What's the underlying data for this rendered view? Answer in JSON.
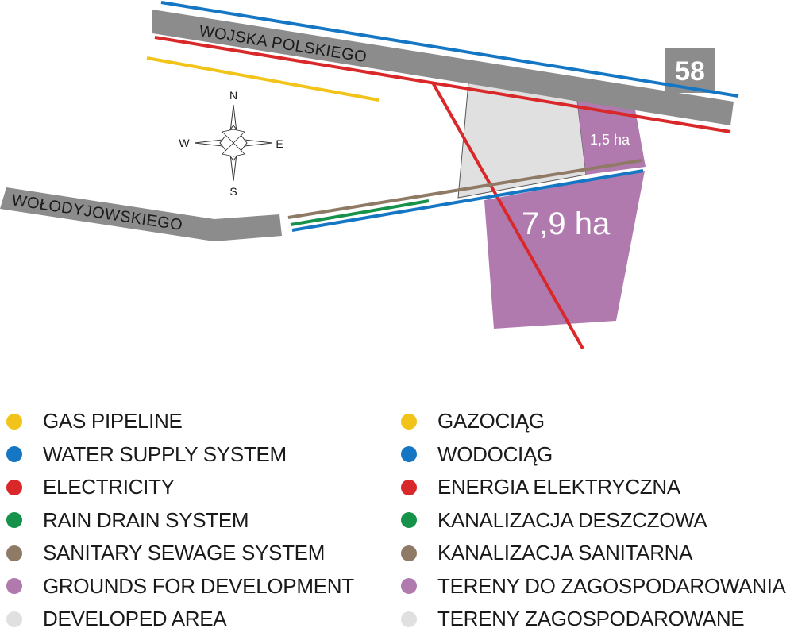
{
  "map": {
    "roads": {
      "main": "WOJSKA POLSKIEGO",
      "side": "WOŁODYJOWSKIEGO"
    },
    "route_badge": "58",
    "compass": {
      "north": "N",
      "south": "S",
      "east": "E",
      "west": "W"
    },
    "areas": {
      "large": "7,9 ha",
      "small": "1,5 ha"
    }
  },
  "colors": {
    "gas": "#f2c318",
    "water": "#1577c4",
    "electricity": "#d9282a",
    "rain_drain": "#17924a",
    "sewage": "#8f7a66",
    "development": "#b07aae",
    "developed": "#e0e0e0",
    "road": "#8c8c8c"
  },
  "legend": {
    "english": [
      {
        "label": "GAS PIPELINE",
        "color": "#f2c318"
      },
      {
        "label": "WATER SUPPLY SYSTEM",
        "color": "#1577c4"
      },
      {
        "label": "ELECTRICITY",
        "color": "#d9282a"
      },
      {
        "label": "RAIN DRAIN SYSTEM",
        "color": "#17924a"
      },
      {
        "label": "SANITARY SEWAGE SYSTEM",
        "color": "#8f7a66"
      },
      {
        "label": "GROUNDS FOR DEVELOPMENT",
        "color": "#b07aae"
      },
      {
        "label": "DEVELOPED AREA",
        "color": "#e0e0e0"
      }
    ],
    "polish": [
      {
        "label": "GAZOCIĄG",
        "color": "#f2c318"
      },
      {
        "label": "WODOCIĄG",
        "color": "#1577c4"
      },
      {
        "label": "ENERGIA ELEKTRYCZNA",
        "color": "#d9282a"
      },
      {
        "label": "KANALIZACJA DESZCZOWA",
        "color": "#17924a"
      },
      {
        "label": "KANALIZACJA SANITARNA",
        "color": "#8f7a66"
      },
      {
        "label": "TERENY DO ZAGOSPODAROWANIA",
        "color": "#b07aae"
      },
      {
        "label": "TERENY ZAGOSPODAROWANE",
        "color": "#e0e0e0"
      }
    ]
  }
}
